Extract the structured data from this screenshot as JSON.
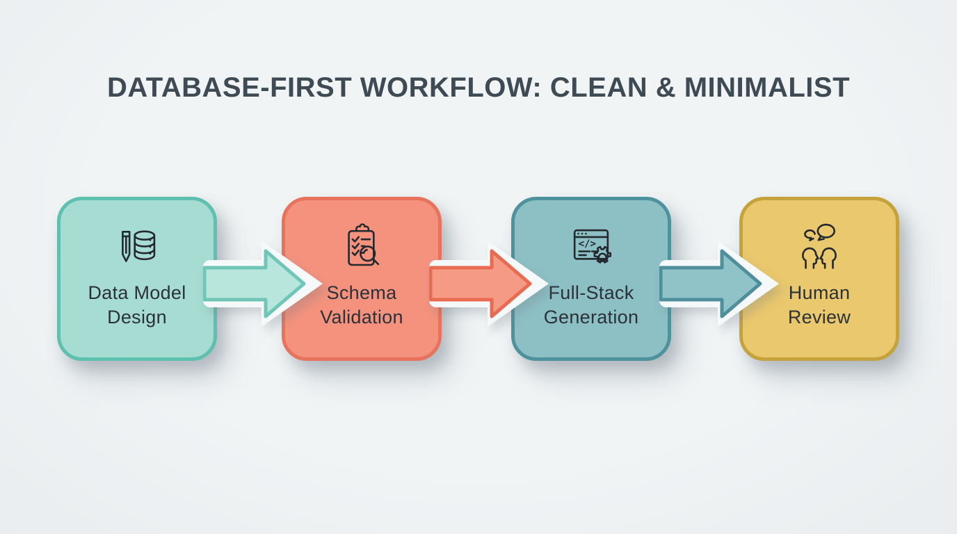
{
  "title": {
    "text": "DATABASE-FIRST WORKFLOW: CLEAN & MINIMALIST"
  },
  "style": {
    "background": "#eef1f2",
    "title_color": "#3e4a54",
    "label_color": "#2b3138",
    "icon_stroke": "#23282e",
    "halo_color": "#f6f9fa"
  },
  "steps": [
    {
      "id": "data-model-design",
      "label_line1": "Data Model",
      "label_line2": "Design",
      "icon": "pencil-database-icon",
      "fill": "#a6dcd2",
      "border": "#5ec0af"
    },
    {
      "id": "schema-validation",
      "label_line1": "Schema",
      "label_line2": "Validation",
      "icon": "clipboard-check-magnifier-icon",
      "fill": "#f4927d",
      "border": "#e8735c"
    },
    {
      "id": "full-stack-generation",
      "label_line1": "Full-Stack",
      "label_line2": "Generation",
      "icon": "code-window-gear-icon",
      "fill": "#8cc0c5",
      "border": "#4d929d",
      "icon_glyph": "</>"
    },
    {
      "id": "human-review",
      "label_line1": "Human",
      "label_line2": "Review",
      "icon": "people-chat-icon",
      "fill": "#eac86d",
      "border": "#c6a23c"
    }
  ],
  "connectors": [
    {
      "from": "data-model-design",
      "to": "schema-validation",
      "fill": "#b9e6dc",
      "stroke": "#6fc6b7"
    },
    {
      "from": "schema-validation",
      "to": "full-stack-generation",
      "fill": "#f59a85",
      "stroke": "#e96b51"
    },
    {
      "from": "full-stack-generation",
      "to": "human-review",
      "fill": "#8fc3c8",
      "stroke": "#4f8f9c"
    }
  ]
}
